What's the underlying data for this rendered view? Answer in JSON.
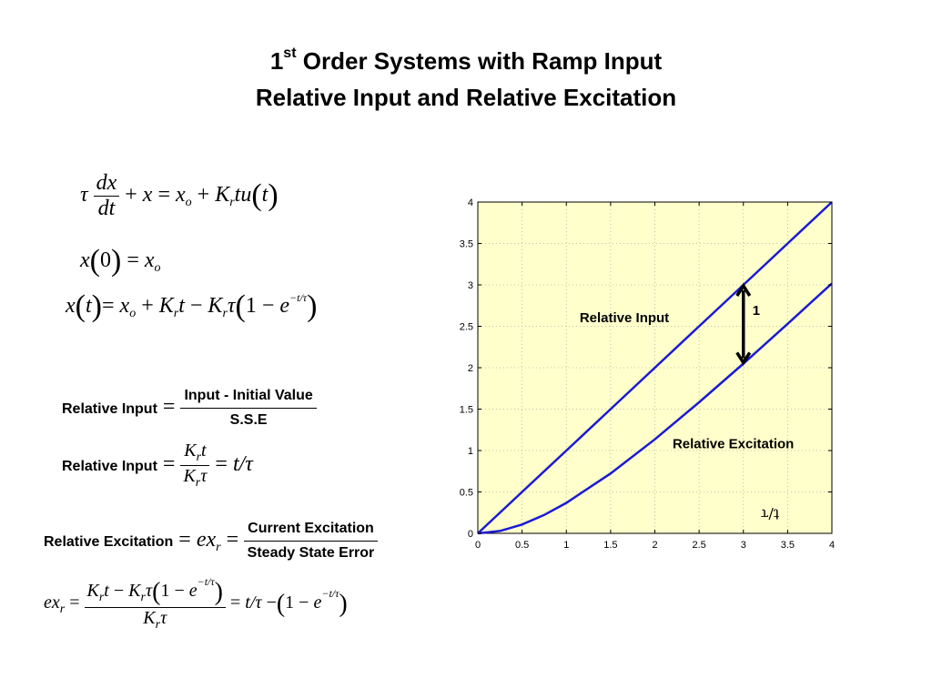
{
  "title": {
    "line1_number": "1",
    "line1_sup": "st",
    "line1_rest": " Order Systems with Ramp Input",
    "line2": "Relative Input and Relative Excitation"
  },
  "equations": {
    "eq1": "τ dx/dt + x = xo + Kr t u(t)",
    "eq2": "x(0) = xo",
    "eq3": "x(t) = xo + Kr t − Kr τ (1 − e^(−t/τ))",
    "ri_label": "Relative Input",
    "ri_num": "Input - Initial Value",
    "ri_den": "S.S.E",
    "ri2_label": "Relative Input",
    "re_label": "Relative Excitation",
    "re_num": "Current Excitation",
    "re_den": "Steady State Error"
  },
  "chart_data": {
    "type": "line",
    "xlim": [
      0,
      4
    ],
    "ylim": [
      0,
      4
    ],
    "xticks": [
      "0",
      "0.5",
      "1",
      "1.5",
      "2",
      "2.5",
      "3",
      "3.5",
      "4"
    ],
    "yticks": [
      "0",
      "0.5",
      "1",
      "1.5",
      "2",
      "2.5",
      "3",
      "3.5",
      "4"
    ],
    "xlabel": "t/τ",
    "grid": true,
    "background": "#ffffcc",
    "series": [
      {
        "name": "Relative Input",
        "x": [
          0,
          0.5,
          1,
          1.5,
          2,
          2.5,
          3,
          3.5,
          4
        ],
        "values": [
          0,
          0.5,
          1,
          1.5,
          2,
          2.5,
          3,
          3.5,
          4
        ],
        "color": "#1a1ad4"
      },
      {
        "name": "Relative Excitation",
        "x": [
          0,
          0.25,
          0.5,
          0.75,
          1,
          1.5,
          2,
          2.5,
          3,
          3.5,
          4
        ],
        "values": [
          0,
          0.029,
          0.107,
          0.222,
          0.368,
          0.723,
          1.135,
          1.582,
          2.05,
          2.53,
          3.018
        ],
        "color": "#1a1ad4"
      }
    ],
    "annotations": {
      "gap_label": "1",
      "gap_at_x": 3,
      "gap_from_y": 2.05,
      "gap_to_y": 3
    }
  }
}
